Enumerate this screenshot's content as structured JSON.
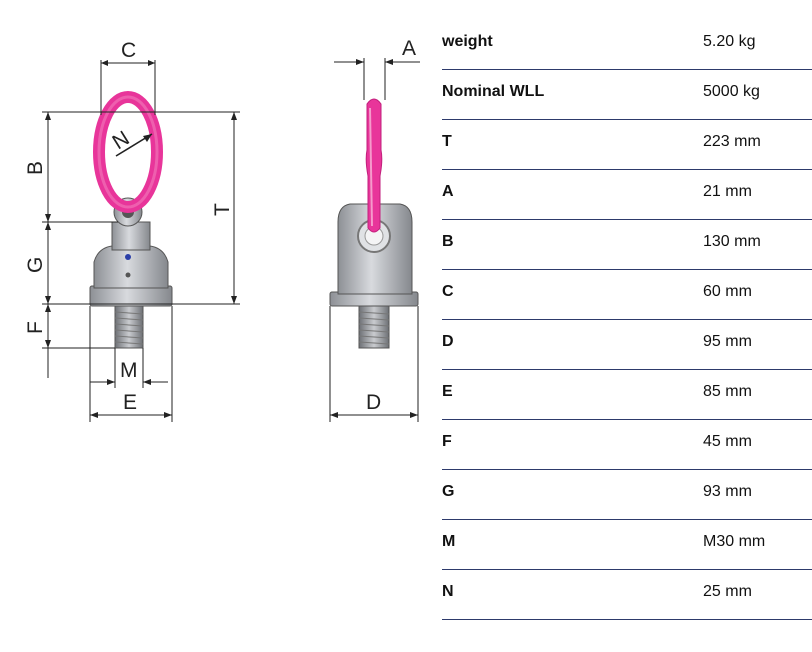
{
  "specs": [
    {
      "label": "weight",
      "value": "5.20 kg"
    },
    {
      "label": "Nominal WLL",
      "value": "5000 kg"
    },
    {
      "label": "T",
      "value": "223 mm"
    },
    {
      "label": "A",
      "value": "21 mm"
    },
    {
      "label": "B",
      "value": "130 mm"
    },
    {
      "label": "C",
      "value": "60 mm"
    },
    {
      "label": "D",
      "value": "95 mm"
    },
    {
      "label": "E",
      "value": "85 mm"
    },
    {
      "label": "F",
      "value": "45 mm"
    },
    {
      "label": "G",
      "value": "93 mm"
    },
    {
      "label": "M",
      "value": "M30 mm"
    },
    {
      "label": "N",
      "value": "25 mm"
    }
  ],
  "drawing": {
    "labels": {
      "A": "A",
      "B": "B",
      "C": "C",
      "D": "D",
      "E": "E",
      "F": "F",
      "G": "G",
      "M": "M",
      "N": "N",
      "T": "T"
    },
    "colors": {
      "ring": "#e8359a",
      "metal": "#a9acb1",
      "metal_dark": "#6f7277",
      "line": "#222222",
      "dot": "#2b3fa8"
    }
  }
}
